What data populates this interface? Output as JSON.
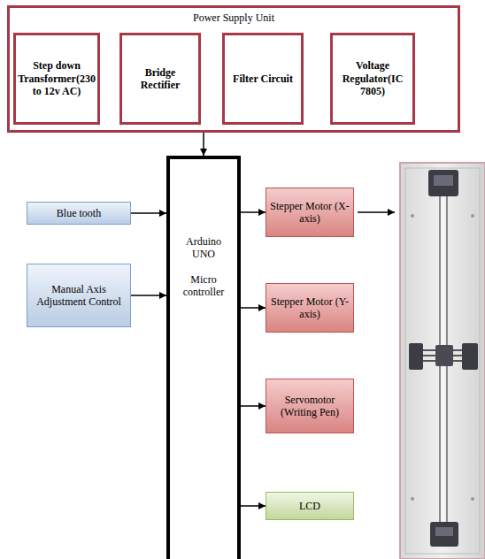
{
  "diagram": {
    "nodes": [
      {
        "text": [
          "Power Supply Unit"
        ]
      },
      {
        "text": [
          "Step down Transformer(230 to 12v AC)"
        ],
        "in": 0
      },
      {
        "text": [
          "Bridge Rectifier"
        ],
        "in": 0
      },
      {
        "text": [
          "Filter Circuit"
        ],
        "in": 0
      },
      {
        "text": [
          "Voltage Regulator(IC 7805)"
        ],
        "in": 0
      },
      {
        "text": [
          "Arduino UNO",
          "Micro controller"
        ]
      },
      {
        "text": [
          "Blue tooth"
        ]
      },
      {
        "text": [
          "Manual Axis Adjustment Control"
        ]
      },
      {
        "text": [
          "Stepper Motor (X-axis)"
        ]
      },
      {
        "text": [
          "Stepper Motor (Y-axis)"
        ]
      },
      {
        "text": [
          "Servomotor (Writing Pen)"
        ]
      },
      {
        "text": [
          "LCD"
        ]
      }
    ],
    "edges": [
      {
        "from": 1,
        "to": 2,
        "arrow": "to"
      },
      {
        "from": 3,
        "to": 4,
        "arrow": "to"
      },
      {
        "from": 0,
        "to": 5,
        "arrow": "to"
      },
      {
        "from": 6,
        "to": 5,
        "arrow": "to"
      },
      {
        "from": 7,
        "to": 5,
        "arrow": "to"
      },
      {
        "from": 5,
        "to": 8,
        "arrow": "to"
      },
      {
        "from": 5,
        "to": 9,
        "arrow": "to"
      },
      {
        "from": 5,
        "to": 10,
        "arrow": "to"
      },
      {
        "from": 5,
        "to": 11,
        "arrow": "to"
      }
    ]
  }
}
